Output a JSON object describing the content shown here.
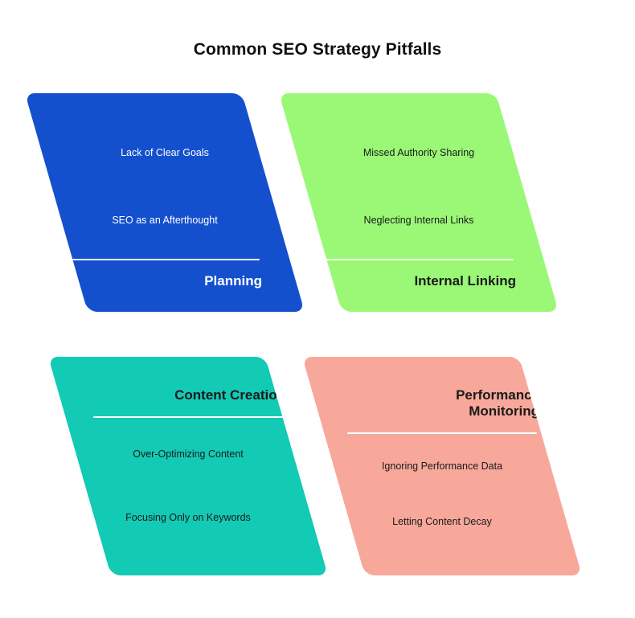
{
  "diagram": {
    "title": "Common SEO Strategy Pitfalls",
    "type": "parallelogram-category-cards",
    "background_color": "#ffffff",
    "title_color": "#111111",
    "divider_color": "#ffffff",
    "cards": [
      {
        "title": "Planning",
        "title_position": "bottom",
        "fill_color": "#1450CE",
        "text_color": "#ffffff",
        "items": [
          "Lack of Clear Goals",
          "SEO as an Afterthought"
        ]
      },
      {
        "title": "Internal Linking",
        "title_position": "bottom",
        "fill_color": "#9BF876",
        "text_color": "#1a1a1a",
        "items": [
          "Missed Authority Sharing",
          "Neglecting Internal Links"
        ]
      },
      {
        "title": "Content Creation",
        "title_position": "top",
        "fill_color": "#13CAB5",
        "text_color": "#1a1a1a",
        "items": [
          "Over-Optimizing Content",
          "Focusing Only on Keywords"
        ]
      },
      {
        "title": "Performance\nMonitoring",
        "title_position": "top",
        "fill_color": "#F7A89B",
        "text_color": "#1a1a1a",
        "items": [
          "Ignoring Performance Data",
          "Letting Content Decay"
        ]
      }
    ]
  }
}
